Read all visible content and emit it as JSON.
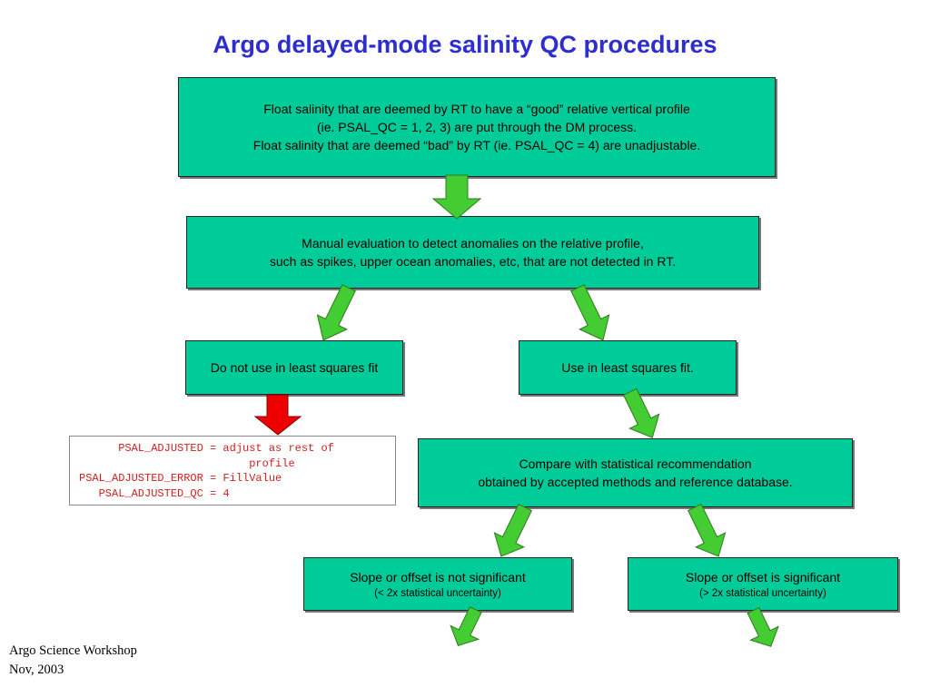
{
  "title": "Argo delayed-mode salinity QC procedures",
  "boxes": {
    "rt_filter": {
      "line1": "Float salinity that are deemed by RT to have a “good” relative vertical profile",
      "line2": "(ie. PSAL_QC = 1, 2, 3) are put through the DM process.",
      "line3": "Float salinity that are deemed “bad” by RT (ie. PSAL_QC = 4) are unadjustable."
    },
    "manual_eval": {
      "line1": "Manual evaluation to detect anomalies on the relative profile,",
      "line2": "such as spikes, upper ocean anomalies, etc, that are not detected in RT."
    },
    "do_not_use": {
      "label": "Do not use in least squares fit"
    },
    "use_fit": {
      "label": "Use in least squares fit."
    },
    "compare": {
      "line1": "Compare with statistical recommendation",
      "line2": "obtained by accepted methods and reference database."
    },
    "not_significant": {
      "label": "Slope or offset is not significant",
      "sub": "(< 2x statistical uncertainty)"
    },
    "significant": {
      "label": "Slope or offset is significant",
      "sub": "(> 2x statistical uncertainty)"
    }
  },
  "code_note": {
    "line1": "      PSAL_ADJUSTED = adjust as rest of",
    "line2": "                          profile",
    "line3": "PSAL_ADJUSTED_ERROR = FillValue",
    "line4": "   PSAL_ADJUSTED_QC = 4"
  },
  "footer": {
    "line1": "Argo Science Workshop",
    "line2": "Nov, 2003"
  },
  "colors": {
    "title": "#2e2ed0",
    "box_fill": "#00cc99",
    "arrow_green": "#44cc33",
    "arrow_red": "#ee0000",
    "code_text": "#d02020"
  }
}
